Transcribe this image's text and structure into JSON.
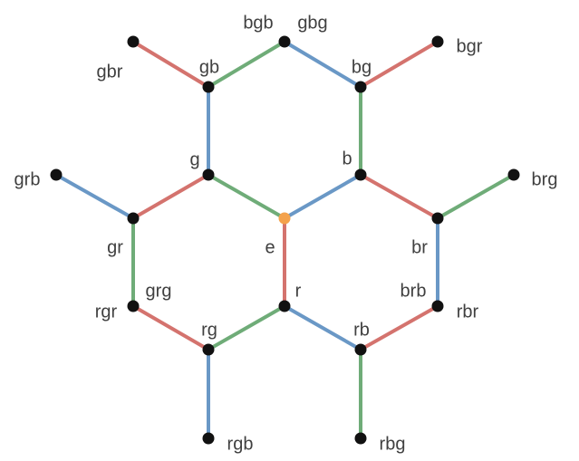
{
  "colors": {
    "red": "#d4736e",
    "green": "#6fac78",
    "blue": "#6a98c6",
    "node": "#111111",
    "identity": "#f4a24c",
    "label": "#404040"
  },
  "nodes": [
    {
      "id": "e",
      "label": "e",
      "highlight": true
    },
    {
      "id": "g",
      "label": "g"
    },
    {
      "id": "b",
      "label": "b"
    },
    {
      "id": "r",
      "label": "r"
    },
    {
      "id": "gb",
      "label": "gb"
    },
    {
      "id": "bg",
      "label": "bg"
    },
    {
      "id": "gr",
      "label": "gr"
    },
    {
      "id": "br",
      "label": "br"
    },
    {
      "id": "rg",
      "label": "rg"
    },
    {
      "id": "rb",
      "label": "rb"
    },
    {
      "id": "bgb",
      "label": "bgb"
    },
    {
      "id": "gbg",
      "label": "gbg"
    },
    {
      "id": "gbr",
      "label": "gbr"
    },
    {
      "id": "bgr",
      "label": "bgr"
    },
    {
      "id": "grb",
      "label": "grb"
    },
    {
      "id": "brg",
      "label": "brg"
    },
    {
      "id": "grg",
      "label": "grg"
    },
    {
      "id": "rgr",
      "label": "rgr"
    },
    {
      "id": "brb",
      "label": "brb"
    },
    {
      "id": "rbr",
      "label": "rbr"
    },
    {
      "id": "rgb",
      "label": "rgb"
    },
    {
      "id": "rbg",
      "label": "rbg"
    }
  ],
  "edges": [
    {
      "from": "e",
      "to": "g",
      "color": "green"
    },
    {
      "from": "e",
      "to": "b",
      "color": "blue"
    },
    {
      "from": "e",
      "to": "r",
      "color": "red"
    },
    {
      "from": "g",
      "to": "gb",
      "color": "blue"
    },
    {
      "from": "g",
      "to": "gr",
      "color": "red"
    },
    {
      "from": "b",
      "to": "bg",
      "color": "green"
    },
    {
      "from": "b",
      "to": "br",
      "color": "red"
    },
    {
      "from": "r",
      "to": "rg",
      "color": "green"
    },
    {
      "from": "r",
      "to": "rb",
      "color": "blue"
    },
    {
      "from": "gb",
      "to": "bgb",
      "color": "green"
    },
    {
      "from": "gb",
      "to": "gbr",
      "color": "red"
    },
    {
      "from": "bg",
      "to": "bgb",
      "color": "blue"
    },
    {
      "from": "bg",
      "to": "bgr",
      "color": "red"
    },
    {
      "from": "gr",
      "to": "grb",
      "color": "blue"
    },
    {
      "from": "gr",
      "to": "rgr",
      "color": "green"
    },
    {
      "from": "br",
      "to": "brg",
      "color": "green"
    },
    {
      "from": "br",
      "to": "rbr",
      "color": "blue"
    },
    {
      "from": "rg",
      "to": "rgr",
      "color": "red"
    },
    {
      "from": "rg",
      "to": "rgb",
      "color": "blue"
    },
    {
      "from": "rb",
      "to": "rbr",
      "color": "red"
    },
    {
      "from": "rb",
      "to": "rbg",
      "color": "green"
    }
  ]
}
